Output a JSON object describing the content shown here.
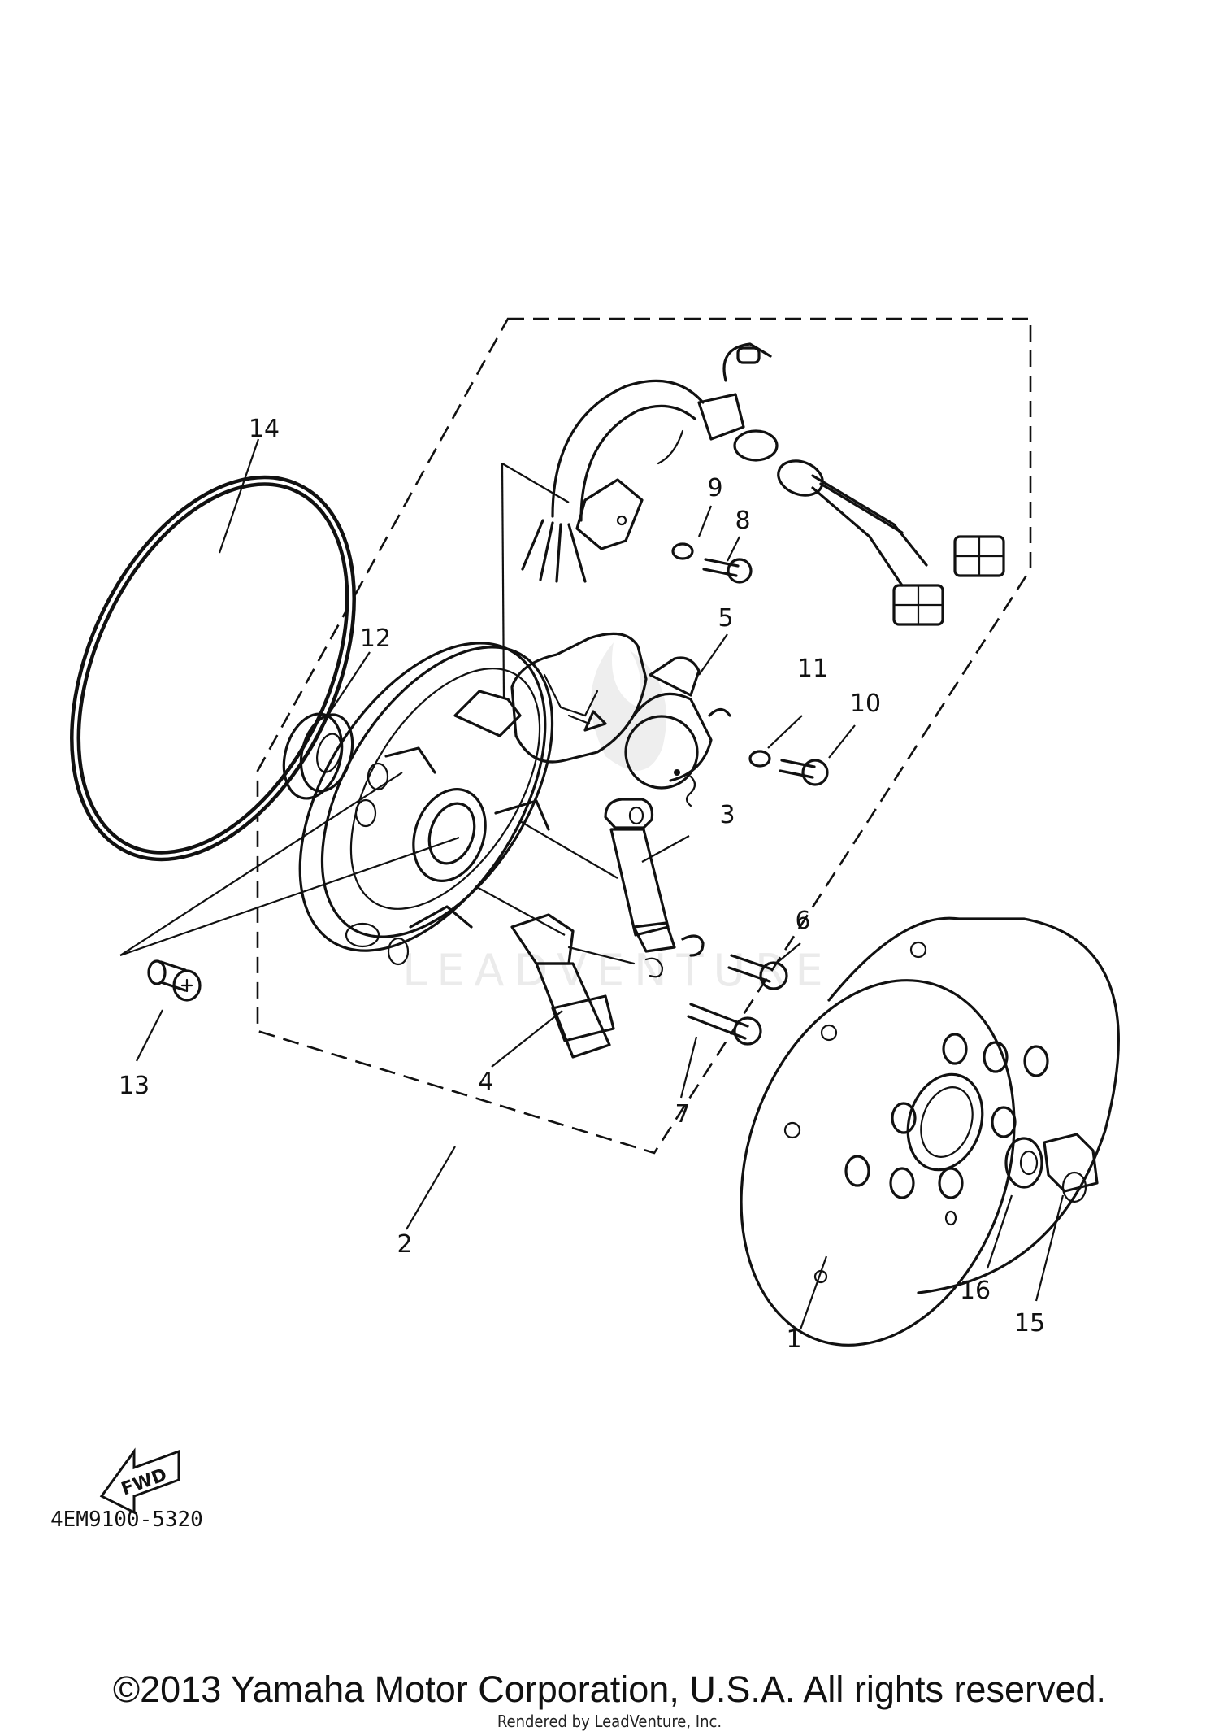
{
  "diagram_code": "4EM9100-5320",
  "fwd_label": "FWD",
  "watermark": "LEADVENTURE",
  "copyright": "©2013 Yamaha Motor Corporation, U.S.A. All rights reserved.",
  "rendered_by": "Rendered by LeadVenture, Inc.",
  "callouts": {
    "c1": "1",
    "c2": "2",
    "c3": "3",
    "c4": "4",
    "c5": "5",
    "c6": "6",
    "c7": "7",
    "c8": "8",
    "c9": "9",
    "c10": "10",
    "c11": "11",
    "c12": "12",
    "c13": "13",
    "c14": "14",
    "c15": "15",
    "c16": "16"
  }
}
